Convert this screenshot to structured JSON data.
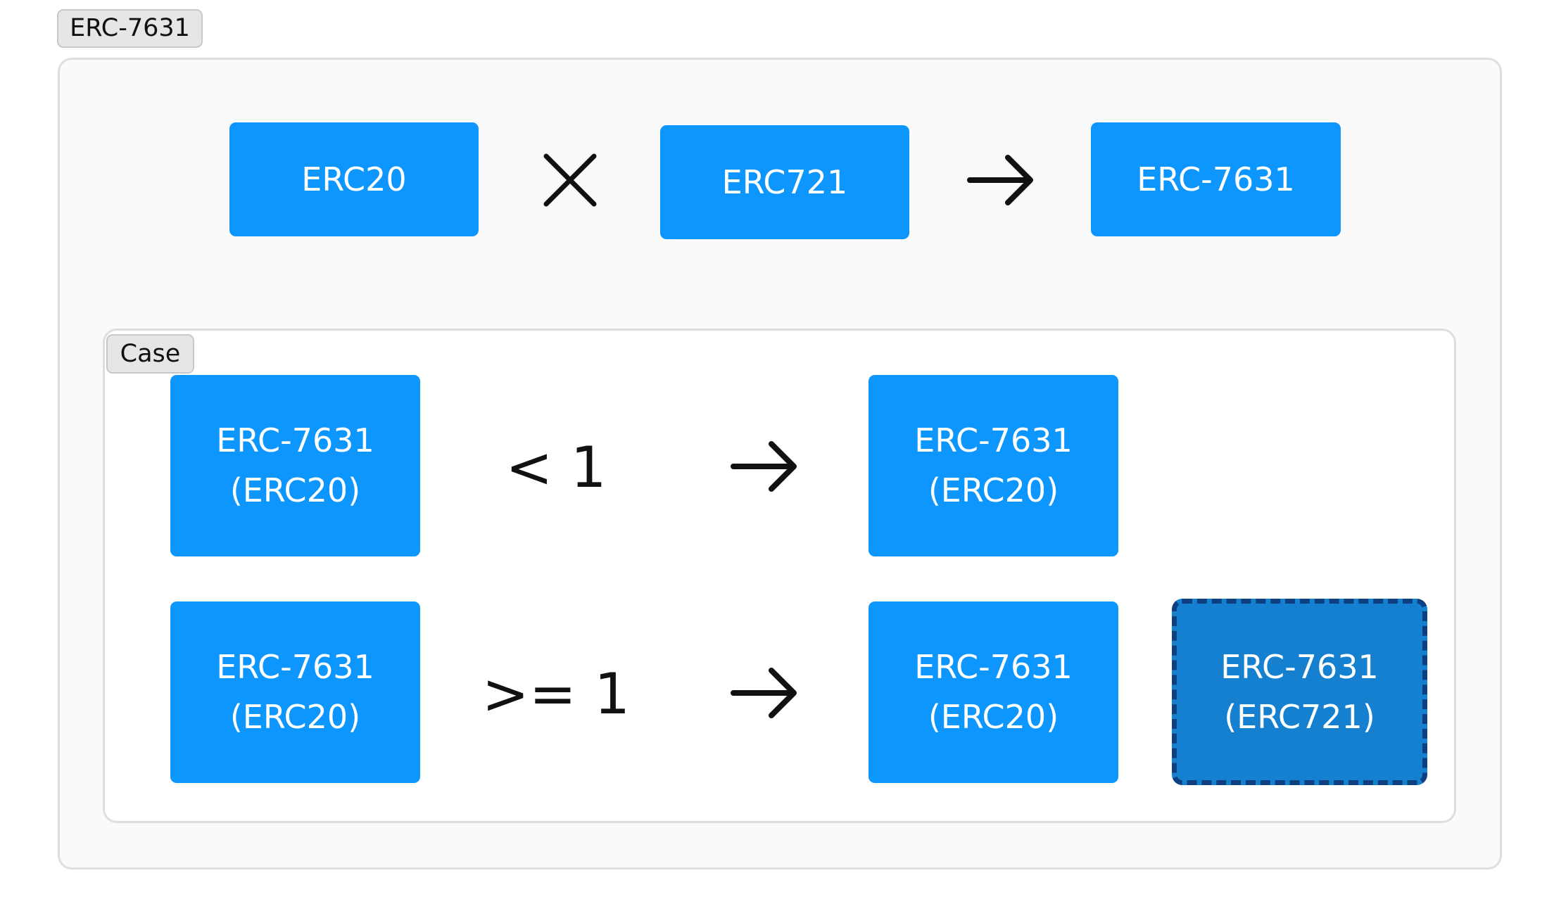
{
  "outer_label": "ERC-7631",
  "top_row": {
    "left": "ERC20",
    "middle": "ERC721",
    "result": "ERC-7631"
  },
  "case": {
    "label": "Case",
    "rows": [
      {
        "input": "ERC-7631\n(ERC20)",
        "condition": "< 1",
        "outputs": [
          "ERC-7631\n(ERC20)"
        ]
      },
      {
        "input": "ERC-7631\n(ERC20)",
        "condition": ">= 1",
        "outputs": [
          "ERC-7631\n(ERC20)",
          "ERC-7631\n(ERC721)"
        ]
      }
    ]
  },
  "colors": {
    "box": "#0d96fe",
    "box_dashed": "#1580cf",
    "dashed_border": "#0e3f80",
    "frame_bg": "#fafafa",
    "tag_bg": "#e6e6e6"
  },
  "icons": {
    "multiply": "cross-icon",
    "arrow": "arrow-right-icon"
  }
}
